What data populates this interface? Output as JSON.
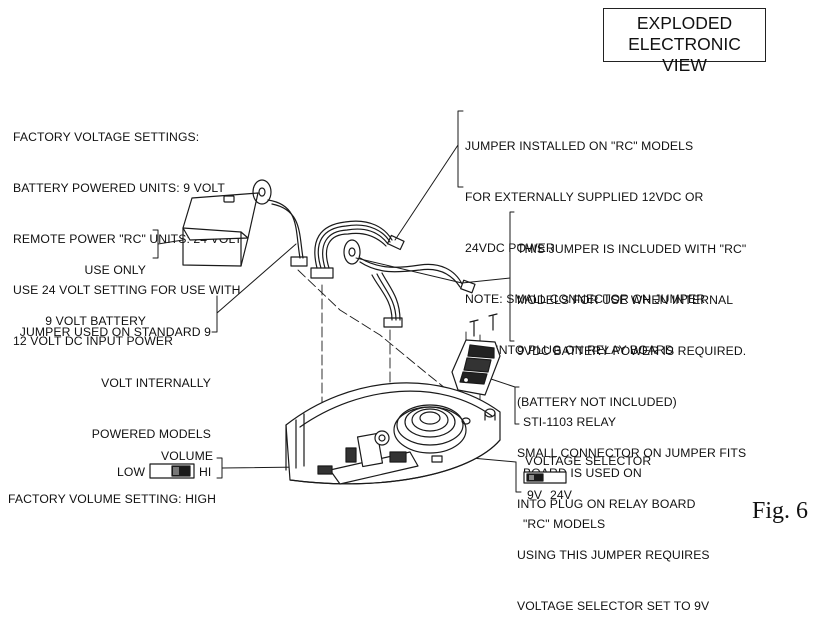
{
  "title": [
    "EXPLODED",
    "ELECTRONIC VIEW"
  ],
  "factory_voltage": [
    "FACTORY VOLTAGE SETTINGS:",
    "BATTERY POWERED UNITS: 9 VOLT",
    "REMOTE POWER \"RC\" UNITS: 24 VOLT",
    "USE 24 VOLT SETTING FOR USE WITH",
    "12 VOLT DC INPUT POWER"
  ],
  "battery_label": [
    "USE ONLY",
    "9 VOLT BATTERY"
  ],
  "jumper_standard": [
    "JUMPER USED ON STANDARD 9",
    "VOLT INTERNALLY",
    "POWERED MODELS"
  ],
  "jumper_rc": [
    "JUMPER INSTALLED ON \"RC\" MODELS",
    "FOR EXTERNALLY SUPPLIED 12VDC OR",
    "24VDC POWER",
    "NOTE: SMALL CONNECTOR ON JUMPER",
    "FITS INTO PLUG ON RELAY BOARD"
  ],
  "jumper_internal": [
    "THIS JUMPER IS INCLUDED WITH \"RC\"",
    "MODELS FOR USE WHEN INTERNAL",
    "9VDC BATTERY POWER IS REQUIRED.",
    "(BATTERY NOT INCLUDED)",
    "SMALL CONNECTOR ON JUMPER FITS",
    "INTO PLUG ON RELAY BOARD",
    "USING THIS JUMPER REQUIRES",
    "VOLTAGE SELECTOR SET TO 9V"
  ],
  "relay_board": [
    "STI-1103 RELAY",
    "BOARD IS USED ON",
    "\"RC\" MODELS"
  ],
  "volume": {
    "label": "VOLUME",
    "low": "LOW",
    "hi": "HI"
  },
  "voltage_selector": {
    "label": "VOLTAGE SELECTOR",
    "low": "9V",
    "high": "24V"
  },
  "factory_volume": "FACTORY VOLUME SETTING: HIGH",
  "figure_label": "Fig. 6"
}
